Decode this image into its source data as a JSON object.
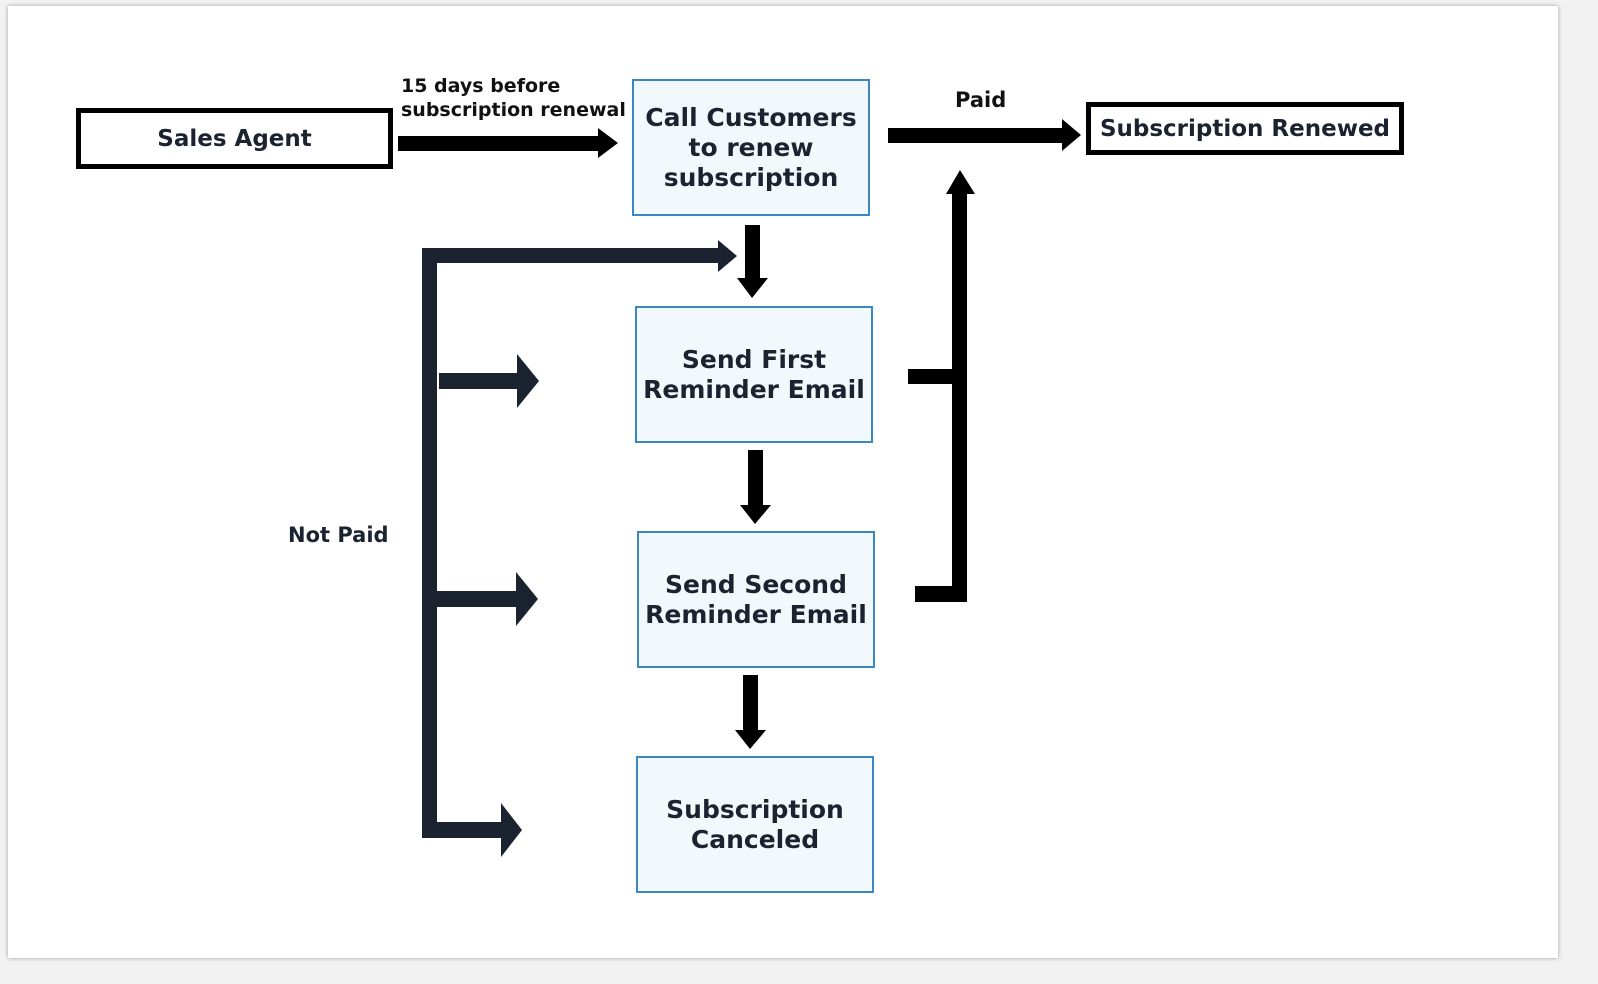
{
  "nodes": {
    "sales_agent": "Sales Agent",
    "call_customers": "Call Customers\nto renew\nsubscription",
    "first_reminder": "Send First\nReminder Email",
    "second_reminder": "Send Second\nReminder Email",
    "canceled": "Subscription\nCanceled",
    "renewed": "Subscription Renewed"
  },
  "edge_labels": {
    "trigger": "15 days before\nsubscription renewal",
    "paid": "Paid",
    "not_paid": "Not Paid"
  },
  "colors": {
    "arrow": "#000000",
    "process_border": "#3c86c4",
    "process_fill": "#f1f9fc"
  }
}
